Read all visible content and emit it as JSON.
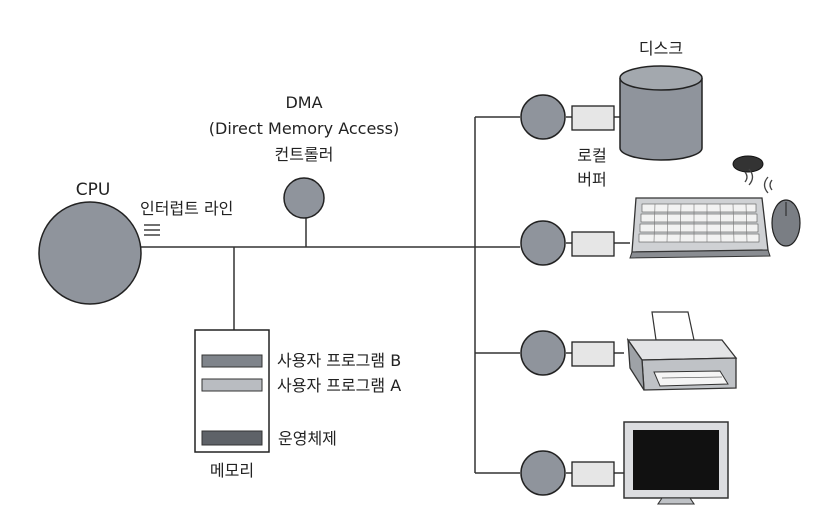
{
  "labels": {
    "cpu": "CPU",
    "interrupt_line": "인터럽트 라인",
    "dma_line1": "DMA",
    "dma_line2": "(Direct Memory Access)",
    "dma_line3": "컨트롤러",
    "disk": "디스크",
    "local_buffer_line1": "로컬",
    "local_buffer_line2": "버퍼",
    "program_b": "사용자 프로그램 B",
    "program_a": "사용자 프로그램 A",
    "os": "운영체제",
    "memory": "메모리"
  },
  "colors": {
    "node_fill": "#8f949c",
    "buffer_fill": "#e6e6e6",
    "line": "#333333"
  },
  "icons": {
    "disk": "disk-cylinder-icon",
    "keyboard": "keyboard-mouse-icon",
    "printer": "printer-icon",
    "monitor": "monitor-icon"
  }
}
